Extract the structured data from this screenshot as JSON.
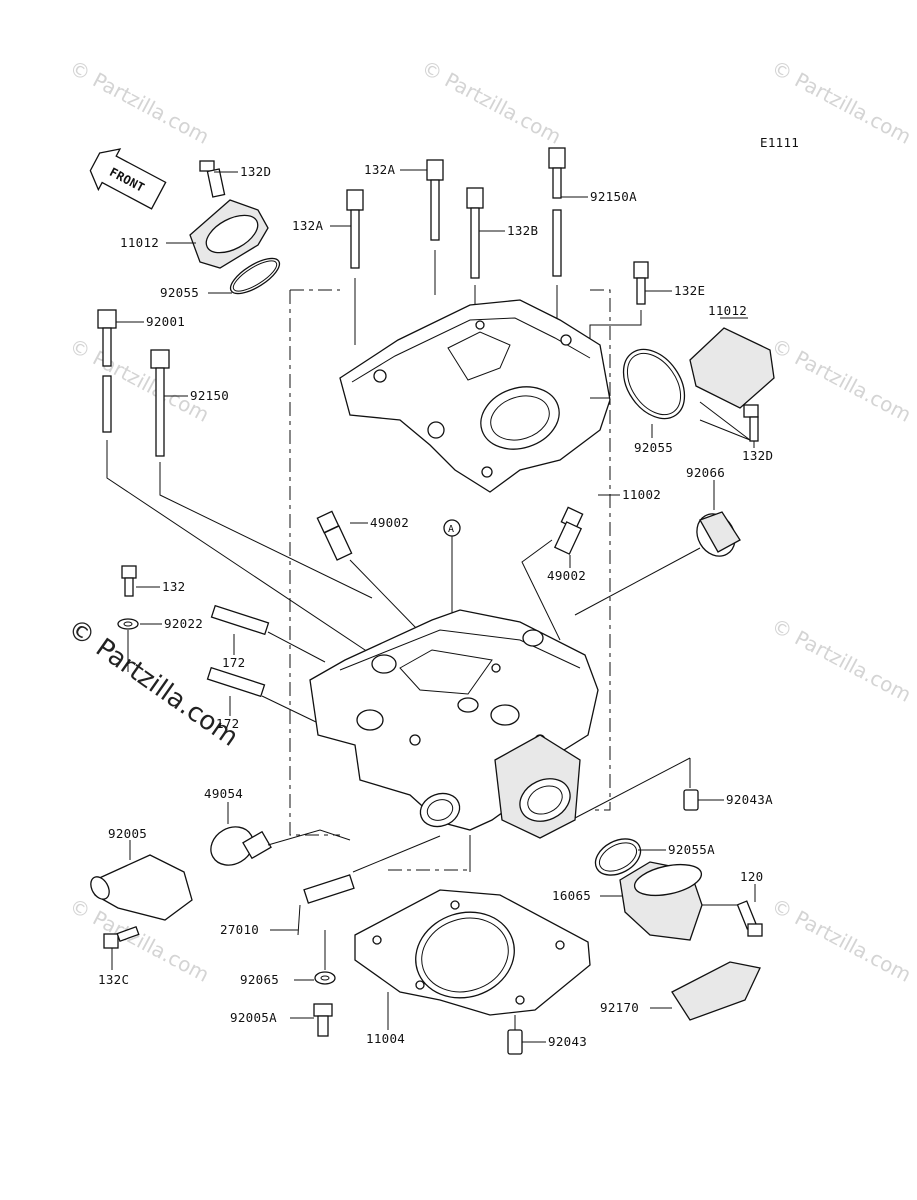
{
  "diagram": {
    "code": "E1111",
    "front_label": "FRONT",
    "callout_a": "A",
    "watermark_small": "© Partzilla.com",
    "watermark_large": "© Partzilla.com"
  },
  "parts": {
    "p132D_top": "132D",
    "p11012_left": "11012",
    "p92055_left": "92055",
    "p132A_top": "132A",
    "p132A_left": "132A",
    "p132B": "132B",
    "p92150A": "92150A",
    "p132E": "132E",
    "p11012_right": "11012",
    "p92055_right": "92055",
    "p132D_right": "132D",
    "p92001": "92001",
    "p92150": "92150",
    "p11002": "11002",
    "p92066": "92066",
    "p49002_left": "49002",
    "p49002_right": "49002",
    "p132": "132",
    "p92022": "92022",
    "p172_top": "172",
    "p172_bottom": "172",
    "p49054": "49054",
    "p92043A": "92043A",
    "p92005": "92005",
    "p92055A": "92055A",
    "p120": "120",
    "p16065": "16065",
    "p27010": "27010",
    "p132C": "132C",
    "p92065": "92065",
    "p92005A": "92005A",
    "p11004": "11004",
    "p92043": "92043",
    "p92170": "92170"
  }
}
